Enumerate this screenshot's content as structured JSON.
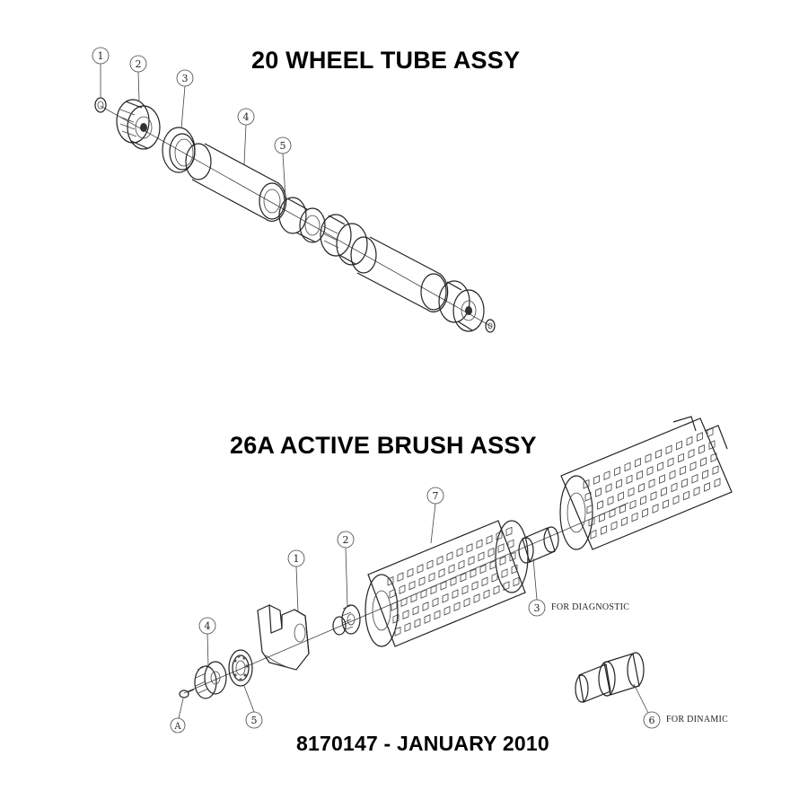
{
  "titles": {
    "wheel_tube": "20  WHEEL TUBE ASSY",
    "active_brush": "26A  ACTIVE BRUSH ASSY",
    "footer": "8170147 - JANUARY 2010"
  },
  "wheel_callouts": [
    "1",
    "2",
    "3",
    "4",
    "5"
  ],
  "brush_callouts": [
    "1",
    "2",
    "3",
    "4",
    "5",
    "6",
    "7",
    "A"
  ],
  "notes": {
    "diagnostic": "FOR DIAGNOSTIC",
    "dinamic": "FOR DINAMIC"
  }
}
